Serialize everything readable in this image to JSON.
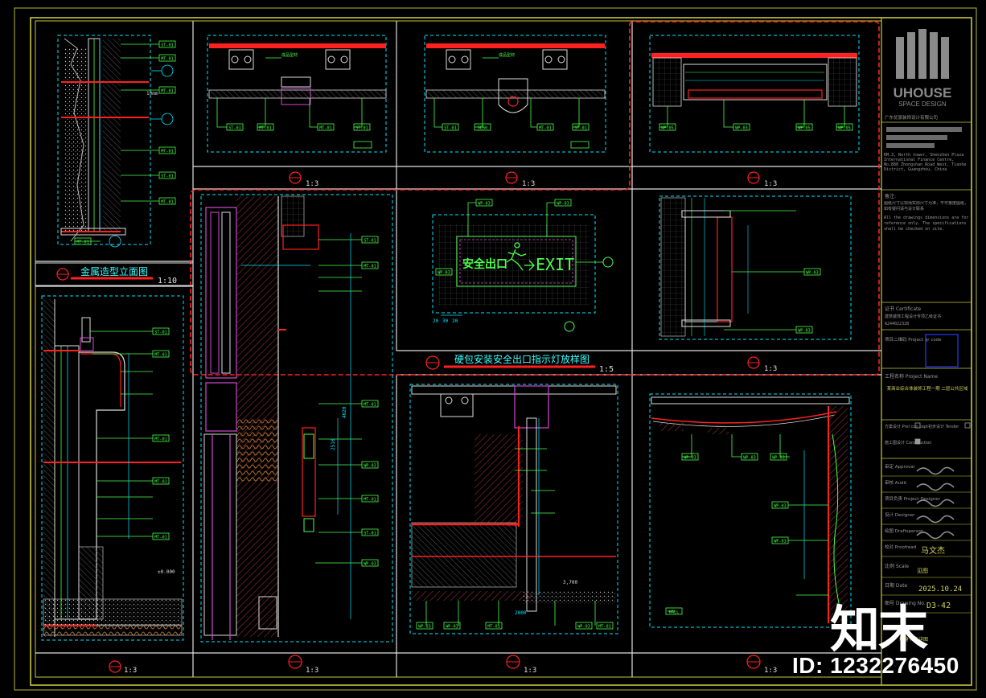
{
  "sheet": {
    "background": "#000000",
    "frame_color": "#c8c83c",
    "line_color": "#d0d0d0",
    "dim_color": "#00e5ff",
    "leader_color": "#4cff4c",
    "accent_red": "#ff1a1a",
    "section_magenta": "#d24bd2",
    "title_text_color": "#3cffff"
  },
  "panels": {
    "metal_elevation": {
      "title": "金属造型立面图",
      "scale": "1:10",
      "tags_right": [
        "ST-01",
        "MT-01",
        "MT-01",
        "MT-01",
        "ST-01",
        "MT-01"
      ],
      "tag_bottom": "MT-01",
      "dim": "10mm"
    },
    "detail_b": {
      "scale": "1:3",
      "tags": [
        "ST-01",
        "MT-01",
        "MT-01",
        "ST-01"
      ],
      "note": "成品型材"
    },
    "detail_c": {
      "scale": "1:3",
      "tags": [
        "ST-01",
        "SE60",
        "MT-01",
        "ST-01"
      ],
      "note": "成品型材"
    },
    "detail_d": {
      "scale": "1:3",
      "tags": [
        "WP-05",
        "WP-03",
        "WP-05",
        "WP-05"
      ]
    },
    "exit_sign": {
      "title": "硬包安装安全出口指示灯放样图",
      "scale": "1:5",
      "sign_text_cn": "安全出口",
      "sign_text_en": "EXIT",
      "tags": [
        "WP-03",
        "WP-03",
        "WP-03"
      ],
      "dims": [
        "20",
        "30",
        "20"
      ]
    },
    "detail_e": {
      "scale": "1:3",
      "tags": [
        "WP-03",
        "WP-03"
      ]
    },
    "section_left": {
      "scale": "1:3",
      "tags": [
        "ST-01",
        "MT-01",
        "MT-01",
        "MT-01",
        "MT-01"
      ],
      "elev": "±0.000"
    },
    "section_mid": {
      "scale": "1:3",
      "tags": [
        "ST-01",
        "MT-01",
        "MT-01",
        "WP-03",
        "MT-01",
        "WP-03",
        "ST-01"
      ],
      "dims": [
        "4620",
        "2510"
      ]
    },
    "section_lower_mid": {
      "scale": "1:3",
      "tags": [
        "WP-03",
        "WP-03",
        "MT-01",
        "WP-03",
        "MT-01"
      ],
      "dims": [
        "2000",
        "3,700"
      ]
    },
    "section_right": {
      "scale": "1:3",
      "tags": [
        "WP-03",
        "WP-03",
        "WP-03",
        "WP-03",
        "WP-03",
        "WALL"
      ]
    }
  },
  "title_block": {
    "brand_name": "UHOUSE",
    "brand_sub": "SPACE DESIGN",
    "company": "广东优豪装饰设计有限公司",
    "address_en": "RM.3, North tower, Shenzhen Plaza International Finance Centre, No.888 Zhongshan Road West, Tianhe District, Guangzhou, China",
    "notes_heading": "备注:",
    "notes_cn": "图纸尺寸以现场实际尺寸为准，不可量度图纸，如有疑问请与设计联系",
    "notes_en": "All the drawings dimensions are for reference only. The specifications shall be checked on site.",
    "cert_label": "证书 Certificate",
    "cert_text": "建筑装饰工程设计专项乙级证书",
    "cert_no": "A244022328",
    "qr_label": "项目二维码 Project qr code",
    "project_label": "工程名称 Project Name",
    "project_name": "某商业综合体装饰工程一期 二层公共区域",
    "stage_options": [
      {
        "label": "方案设计 Prel con cept",
        "checked": false
      },
      {
        "label": "初步设计 Tender",
        "checked": false
      },
      {
        "label": "施工图设计 Construction",
        "checked": true
      }
    ],
    "roles": [
      {
        "label": "审定 Approval"
      },
      {
        "label": "审核 Audit"
      },
      {
        "label": "项目负责 Project Designer"
      },
      {
        "label": "设计 Designer"
      },
      {
        "label": "绘图 Draftsperson"
      },
      {
        "label": "校对 Proofread",
        "signature": "马文杰"
      }
    ],
    "scale_label": "比例 Scale",
    "scale_value": "见图",
    "date_label": "日期 Date",
    "date_value": "2025.10.24",
    "drawing_no_label": "图号 Drawing No.",
    "drawing_no": "D3-42",
    "sheet_title": "墙身节点详图"
  },
  "watermarks": {
    "brand": "知末",
    "id_text": "ID: 1232276450"
  }
}
